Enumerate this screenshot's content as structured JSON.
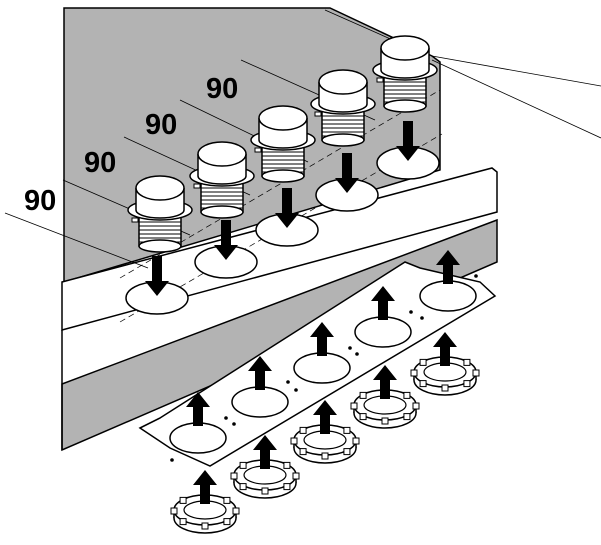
{
  "figure": {
    "labels": [
      "90",
      "90",
      "90",
      "90"
    ],
    "connector_count": 5,
    "arrows": {
      "insert_count": 5,
      "lift_count": 10
    },
    "colors": {
      "panel": "#b3b3b3",
      "panel_edge": "#cfcfcf",
      "outline": "#000000",
      "part_fill": "#ffffff",
      "arrow": "#000000"
    }
  }
}
